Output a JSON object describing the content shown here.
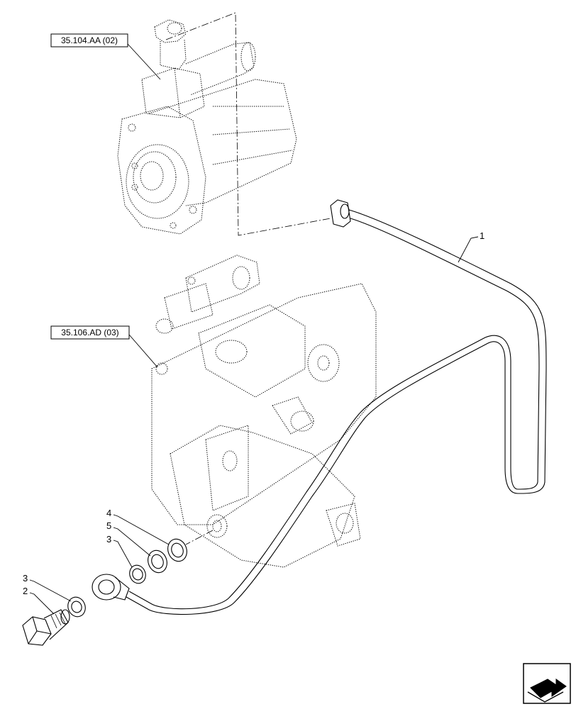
{
  "references": [
    {
      "id": "ref-upper",
      "label": "35.104.AA (02)"
    },
    {
      "id": "ref-lower",
      "label": "35.106.AD (03)"
    }
  ],
  "callouts": [
    {
      "id": "c1",
      "label": "1"
    },
    {
      "id": "c4",
      "label": "4"
    },
    {
      "id": "c5",
      "label": "5"
    },
    {
      "id": "c3a",
      "label": "3"
    },
    {
      "id": "c3b",
      "label": "3"
    },
    {
      "id": "c2",
      "label": "2"
    }
  ],
  "icons": {
    "navigation": "next-page-arrow-icon"
  }
}
